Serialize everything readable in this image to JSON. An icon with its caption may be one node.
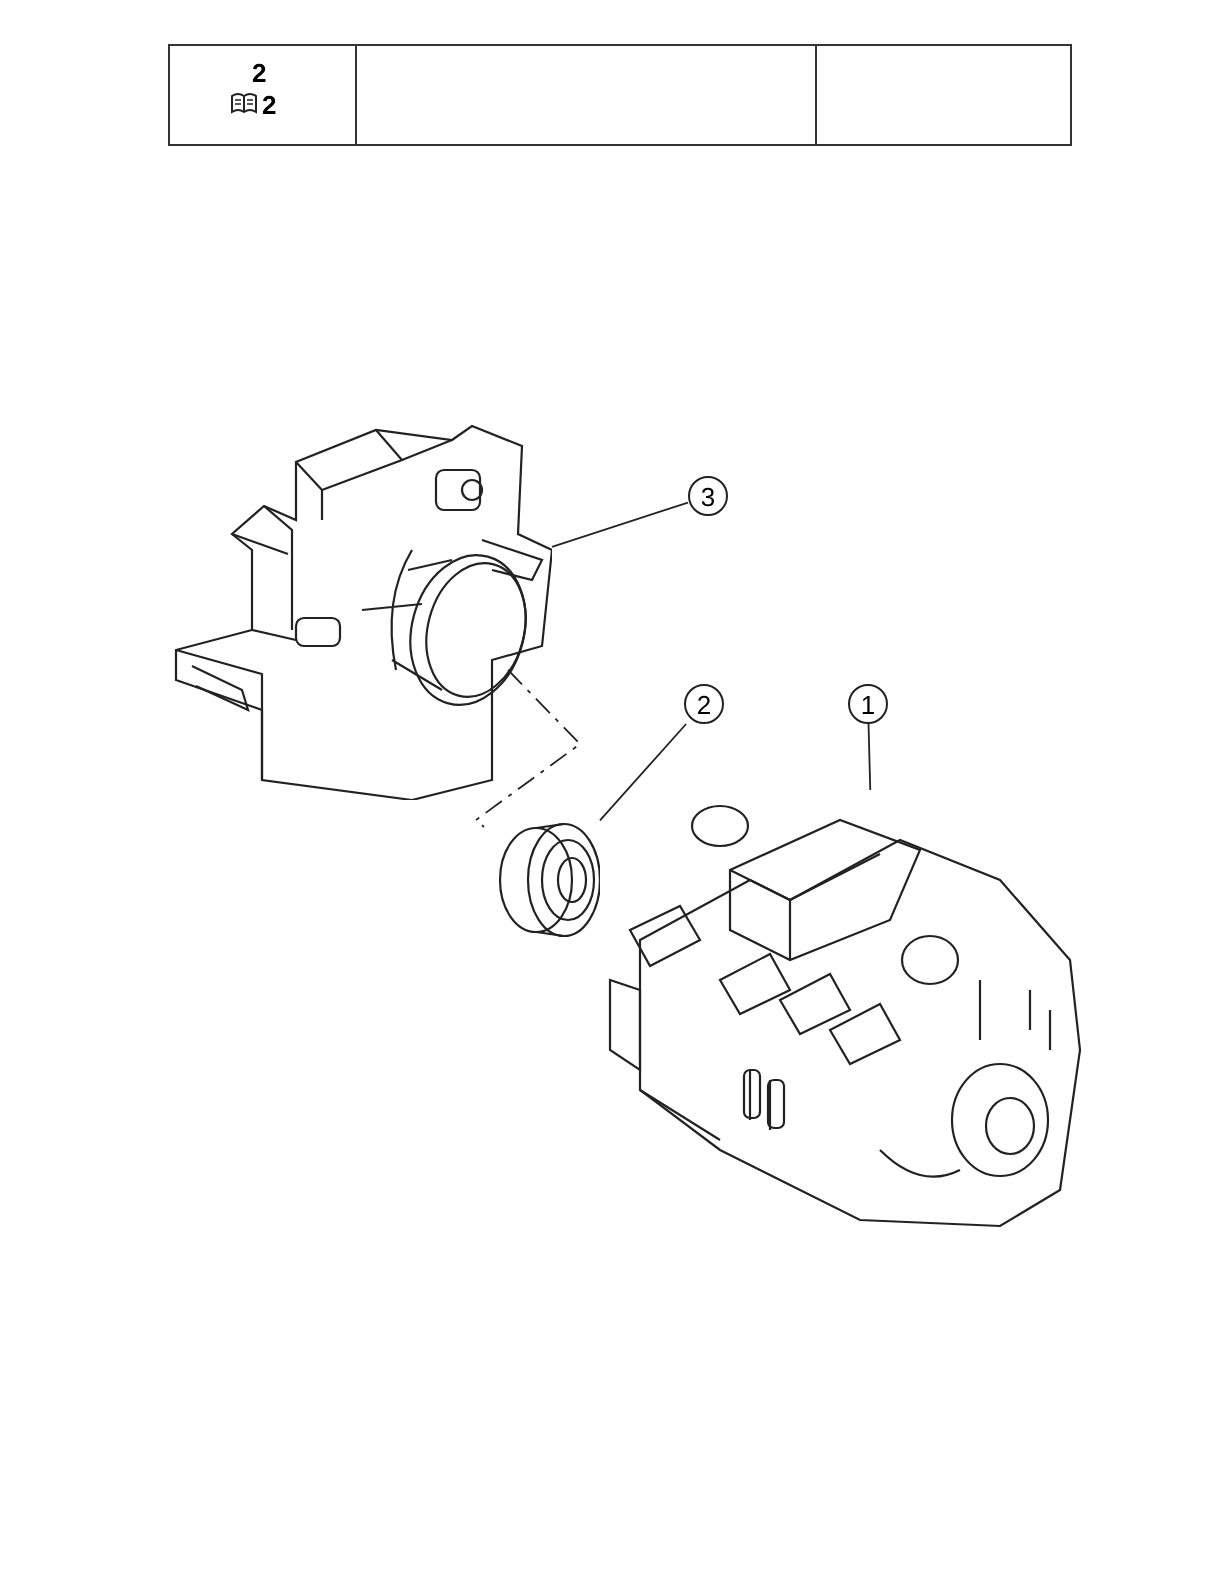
{
  "diagram": {
    "nodes": [
      {
        "text": [
          "3"
        ]
      },
      {
        "text": [],
        "shape": "picture"
      },
      {
        "text": [
          "2"
        ]
      },
      {
        "text": [],
        "shape": "picture"
      },
      {
        "text": [
          "1"
        ]
      },
      {
        "text": [],
        "shape": "picture"
      }
    ],
    "edges": [
      {
        "from": 0,
        "to": 1,
        "arrow": "none"
      },
      {
        "from": 2,
        "to": 3,
        "arrow": "none"
      },
      {
        "from": 4,
        "to": 5,
        "arrow": "none"
      },
      {
        "from": 1,
        "to": 3,
        "arrow": "none",
        "style": "dashed"
      }
    ],
    "labels": [
      "2",
      "2"
    ]
  }
}
